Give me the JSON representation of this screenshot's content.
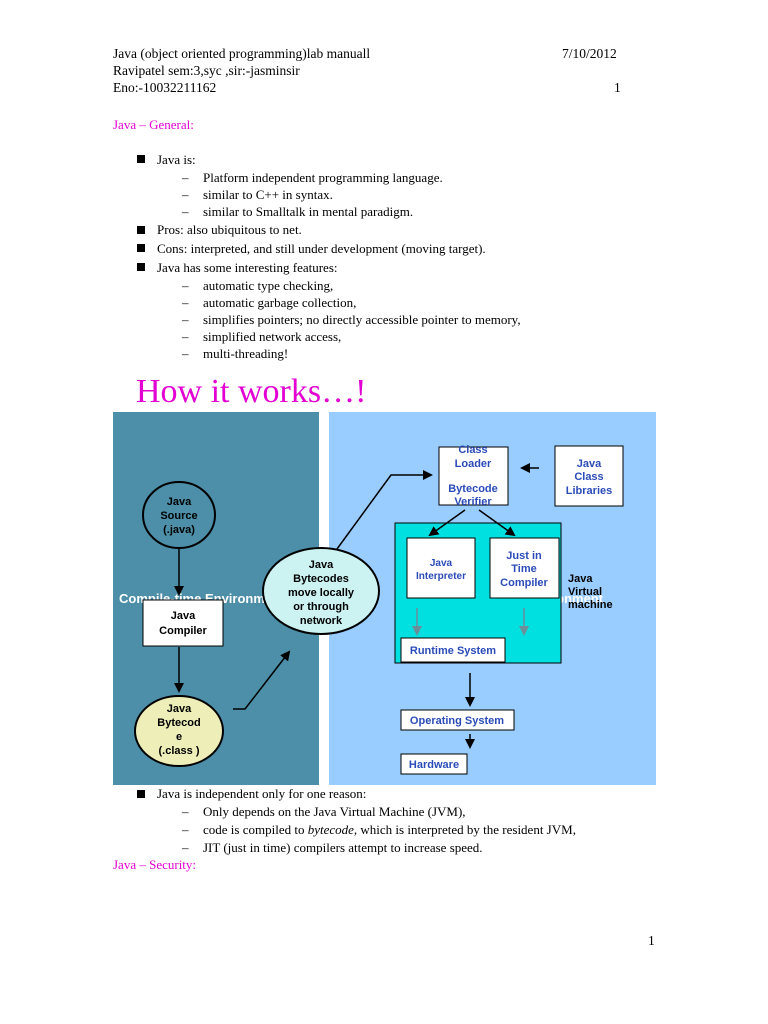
{
  "header": {
    "left_line1": "Java (object oriented programming)lab manuall",
    "date": "7/10/2012",
    "left_line2": "Ravipatel sem:3,syc ,sir:-jasminsir",
    "left_line3": "Eno:-10032211162",
    "page_number": "1"
  },
  "sections": {
    "general_heading": "Java – General:",
    "security_heading": "Java – Security:"
  },
  "list1": {
    "java_is": "Java is:",
    "java_is_sub": [
      "Platform independent programming language.",
      "similar to C++ in syntax.",
      "similar to Smalltalk in mental paradigm."
    ],
    "pros": "Pros:  also ubiquitous to net.",
    "cons": "Cons: interpreted, and still under development (moving target).",
    "features": "Java has some interesting features:",
    "features_sub": [
      "automatic type checking,",
      "automatic garbage collection,",
      "simplifies pointers; no directly accessible pointer to memory,",
      "simplified network access,",
      "multi-threading!"
    ]
  },
  "slide": {
    "title": "How it works…!",
    "left_panel_label": "Compile-time Environment",
    "right_panel_label": "Runtime Environment",
    "java_source": [
      "Java",
      "Source",
      "(.java)"
    ],
    "java_compiler": [
      "Java",
      "Compiler"
    ],
    "java_bytecode": [
      "Java",
      "Bytecod",
      "e",
      "(.class )"
    ],
    "bytecodes_move": [
      "Java",
      "Bytecodes",
      "move locally",
      "or through",
      "network"
    ],
    "class_loader": [
      "Class",
      "Loader",
      "",
      "Bytecode",
      "Verifier"
    ],
    "class_libraries": [
      "Java",
      "Class",
      "Libraries"
    ],
    "java_interpreter": [
      "Java",
      "Interpreter"
    ],
    "jit_compiler": [
      "Just in",
      "Time",
      "Compiler"
    ],
    "jvm_label": [
      "Java",
      "Virtual",
      "machine"
    ],
    "runtime_system": "Runtime System",
    "operating_system": "Operating System",
    "hardware": "Hardware",
    "colors": {
      "left_panel": "#4d8fa8",
      "right_panel": "#99ccff",
      "jvm_box": "#00e0e0",
      "bytecodes_ellipse": "#ccf2f2",
      "bytecode_ellipse": "#eeeeb8",
      "source_ellipse": "#4d8fa8",
      "blue_text": "#2a4bb8"
    }
  },
  "list2": {
    "independent": "Java is independent only for one reason:",
    "jvm": "Only depends on the Java Virtual Machine (JVM),",
    "compiled_pre": "code is compiled to ",
    "compiled_em": "bytecode",
    "compiled_post": ", which is interpreted by the resident JVM,",
    "jit": "JIT (just in time) compilers attempt to increase speed."
  },
  "footer": {
    "page_number": "1"
  }
}
